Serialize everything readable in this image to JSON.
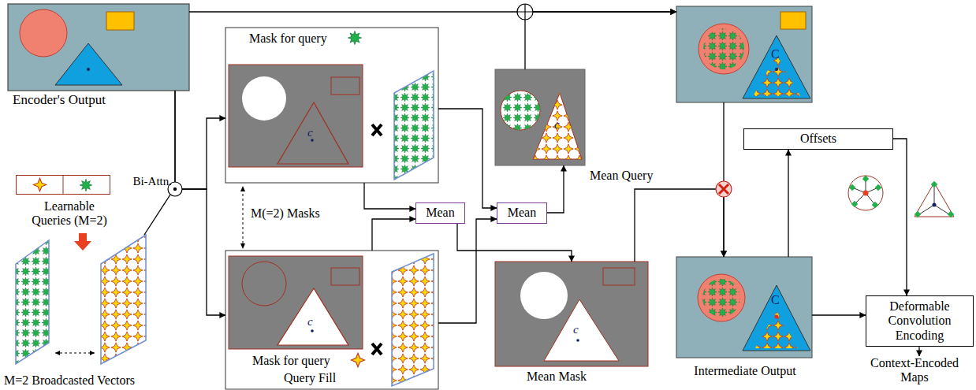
{
  "diagram": {
    "nodes": [
      {
        "text": [
          "Encoder's Output"
        ]
      },
      {
        "text": [
          "Learnable Queries (M=2)"
        ]
      },
      {
        "text": [
          "Mask for query",
          "c"
        ]
      },
      {
        "text": [
          "Mask for query",
          "Query Fill",
          "c"
        ]
      },
      {
        "text": [
          "Mean"
        ]
      },
      {
        "text": [
          "Mean"
        ]
      },
      {
        "text": [
          "Mean Query",
          "c"
        ]
      },
      {
        "text": [
          "Mean Mask",
          "c"
        ]
      },
      {
        "text": [
          "C"
        ]
      },
      {
        "text": [
          "Offsets"
        ]
      },
      {
        "text": [
          "Intermediate Output",
          "C"
        ]
      },
      {
        "text": [
          "Deformable Convolution Encoding"
        ]
      },
      {
        "text": [
          "Context-Encoded Maps"
        ]
      }
    ],
    "edges": [
      {
        "from": 0,
        "to": 2,
        "arrow": "to"
      },
      {
        "from": 0,
        "to": 3,
        "arrow": "to"
      },
      {
        "from": 2,
        "to": 4,
        "arrow": "to"
      },
      {
        "from": 3,
        "to": 4,
        "arrow": "to"
      },
      {
        "from": 2,
        "to": 5,
        "arrow": "to"
      },
      {
        "from": 3,
        "to": 5,
        "arrow": "to"
      },
      {
        "from": 4,
        "to": 7,
        "arrow": "to"
      },
      {
        "from": 5,
        "to": 6,
        "arrow": "to"
      },
      {
        "from": 6,
        "to": 8,
        "arrow": "to"
      },
      {
        "from": 0,
        "to": 8,
        "arrow": "to"
      },
      {
        "from": 8,
        "to": 10,
        "arrow": "to"
      },
      {
        "from": 7,
        "to": 10,
        "arrow": "to"
      },
      {
        "from": 10,
        "to": 9,
        "arrow": "to"
      },
      {
        "from": 9,
        "to": 11,
        "arrow": "to"
      },
      {
        "from": 10,
        "to": 11,
        "arrow": "to"
      },
      {
        "from": 11,
        "to": 12,
        "arrow": "to"
      }
    ],
    "labels": [
      "Bi-Attn.",
      "M(=2) Masks",
      "M=2 Broadcasted Vectors"
    ]
  }
}
